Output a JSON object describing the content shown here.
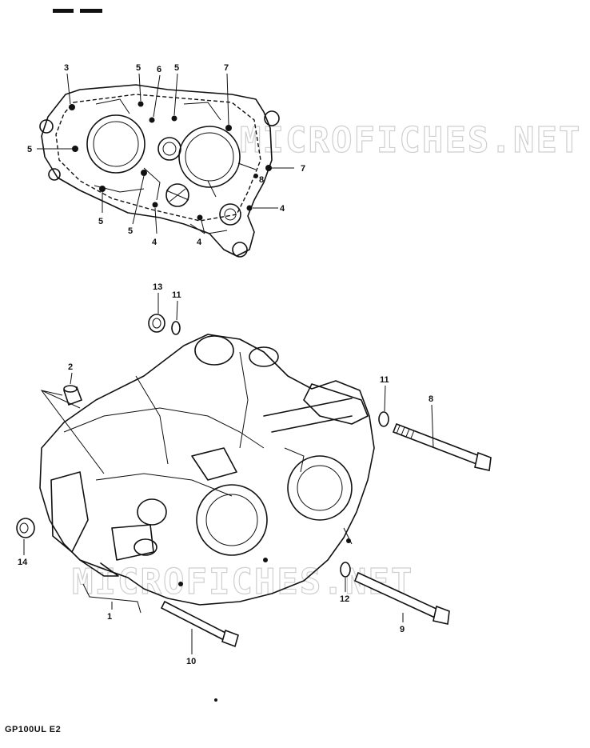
{
  "watermark": "MICROFICHES.NET",
  "footer_code": "GP100UL E2",
  "top_view": {
    "callouts": [
      "3",
      "5",
      "6",
      "5",
      "7",
      "5",
      "7",
      "8",
      "4",
      "5",
      "5",
      "4",
      "4"
    ]
  },
  "bottom_view": {
    "callouts": [
      "13",
      "11",
      "2",
      "11",
      "8",
      "14",
      "1",
      "12",
      "9",
      "10"
    ]
  }
}
